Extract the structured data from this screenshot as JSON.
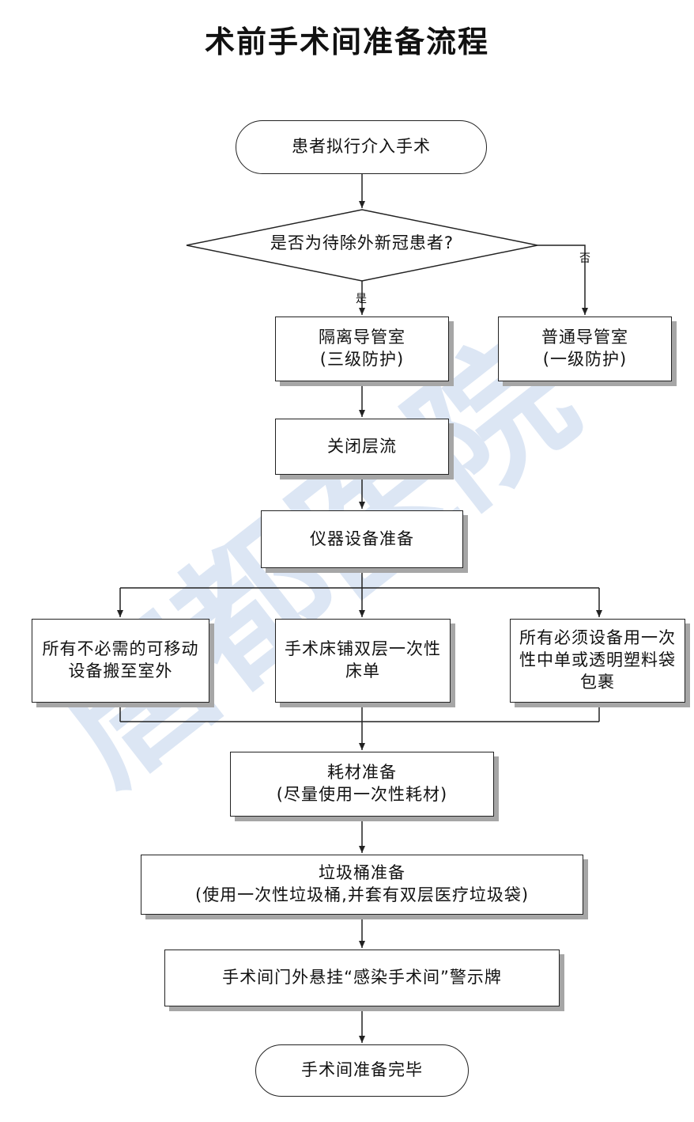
{
  "title": "术前手术间准备流程",
  "watermark_text": "唐都医院",
  "colors": {
    "line": "#222222",
    "shadow": "#a6a6a6",
    "watermark": "#dce6f4"
  },
  "nodes": {
    "start": "患者拟行介入手术",
    "decision": "是否为待除外新冠患者?",
    "yes_label": "是",
    "no_label": "否",
    "isolation_room_line1": "隔离导管室",
    "isolation_room_line2": "(三级防护)",
    "normal_room_line1": "普通导管室",
    "normal_room_line2": "(一级防护)",
    "close_laminar_flow": "关闭层流",
    "equipment_prep": "仪器设备准备",
    "move_equipment": "所有不必需的可移动设备搬至室外",
    "bed_sheet": "手术床铺双层一次性床单",
    "wrap_equipment": "所有必须设备用一次性中单或透明塑料袋包裹",
    "consumables_line1": "耗材准备",
    "consumables_line2": "(尽量使用一次性耗材)",
    "trash_line1": "垃圾桶准备",
    "trash_line2": "(使用一次性垃圾桶,并套有双层医疗垃圾袋)",
    "warning_sign": "手术间门外悬挂“感染手术间”警示牌",
    "end": "手术间准备完毕"
  }
}
